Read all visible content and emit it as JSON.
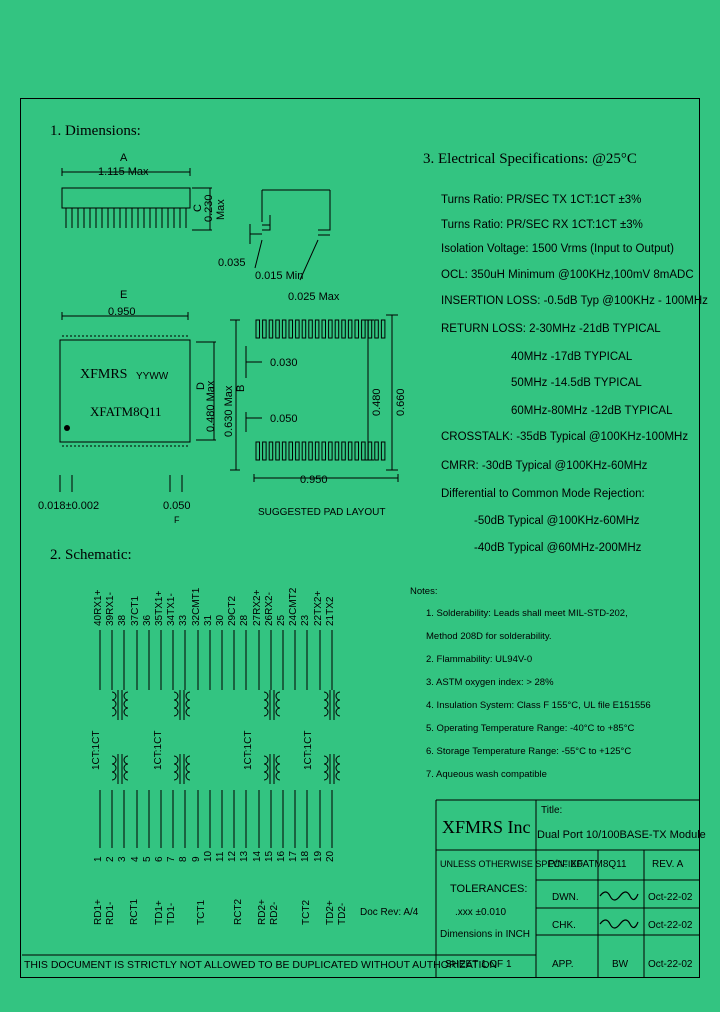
{
  "section1": {
    "title": "1. Dimensions:"
  },
  "dims": {
    "a_label": "A",
    "a_value": "1.115 Max",
    "c_label": "C",
    "c_value": "0.230",
    "c_max": "Max",
    "lead_0035": "0.035",
    "lead_0015": "0.015 Min",
    "lead_0025": "0.025 Max",
    "e_label": "E",
    "e_value": "0.950",
    "d_label": "D",
    "d_value1": "0.480 Max",
    "b_label": "B",
    "b_value": "0.630 Max",
    "chip_brand": "XFMRS",
    "chip_date": "YYWW",
    "chip_part": "XFATM8Q11",
    "pitch": "0.018±0.002",
    "f_value": "0.050",
    "f_label": "F",
    "pad_030": "0.030",
    "pad_050": "0.050",
    "pad_950": "0.950",
    "pad_480": "0.480",
    "pad_660": "0.660",
    "pad_caption": "SUGGESTED PAD LAYOUT"
  },
  "section3": {
    "title": "3. Electrical   Specifications: @25°C",
    "lines": [
      "Turns Ratio: PR/SEC TX   1CT:1CT ±3%",
      "Turns Ratio: PR/SEC RX   1CT:1CT ±3%",
      "Isolation Voltage: 1500 Vrms (Input to Output)",
      "OCL: 350uH Minimum @100KHz,100mV 8mADC",
      "INSERTION LOSS: -0.5dB Typ @100KHz - 100MHz",
      "RETURN LOSS: 2-30MHz   -21dB TYPICAL",
      "40MHz   -17dB TYPICAL",
      "50MHz   -14.5dB TYPICAL",
      "60MHz-80MHz -12dB TYPICAL",
      "CROSSTALK: -35dB Typical @100KHz-100MHz",
      "CMRR: -30dB Typical @100KHz-60MHz",
      "Differential to Common Mode Rejection:",
      "-50dB Typical @100KHz-60MHz",
      "-40dB Typical @60MHz-200MHz"
    ]
  },
  "section2": {
    "title": "2. Schematic:"
  },
  "schematic": {
    "top_pins": [
      "40RX1+",
      "39RX1-",
      "38",
      "37CT1",
      "36",
      "35TX1+",
      "34TX1-",
      "33",
      "32CMT1",
      "31",
      "30",
      "29CT2",
      "28",
      "27RX2+",
      "26RX2-",
      "25",
      "24CMT2",
      "23",
      "22TX2+",
      "21TX2"
    ],
    "bottom_pins": [
      "1",
      "2",
      "3",
      "4",
      "5",
      "6",
      "7",
      "8",
      "9",
      "10",
      "11",
      "12",
      "13",
      "14",
      "15",
      "16",
      "17",
      "18",
      "19",
      "20"
    ],
    "bottom_labels": [
      "RD1+",
      "RD1-",
      "RCT1",
      "TD1+",
      "TD1-",
      "TCT1",
      "RCT2",
      "RD2+",
      "RD2-",
      "TCT2",
      "TD2+",
      "TD2-"
    ],
    "ratio": "1CT:1CT",
    "doc_rev": "Doc Rev: A/4"
  },
  "notes": {
    "title": "Notes:",
    "items": [
      "1. Solderability: Leads shall meet MIL-STD-202,",
      "    Method 208D for solderability.",
      "2. Flammability: UL94V-0",
      "3. ASTM oxygen index: > 28%",
      "4. Insulation System: Class F 155°C, UL file E151556",
      "5. Operating Temperature Range: -40°C to +85°C",
      "6. Storage Temperature Range: -55°C to +125°C",
      "7. Aqueous wash compatible"
    ]
  },
  "titleblock": {
    "company": "XFMRS Inc",
    "title_label": "Title:",
    "title_value": "Dual Port 10/100BASE-TX Module",
    "unless": "UNLESS OTHERWISE SPECIFIED",
    "tolerances": "TOLERANCES:",
    "tol_value": ".xxx ±0.010",
    "dims_in": "Dimensions in INCH",
    "pn": "P/N: XFATM8Q11",
    "rev": "REV. A",
    "dwn": "DWN.",
    "chk": "CHK.",
    "app": "APP.",
    "app_name": "BW",
    "date1": "Oct-22-02",
    "date2": "Oct-22-02",
    "date3": "Oct-22-02",
    "sheet": "SHEET  1  OF  1",
    "footer": "THIS DOCUMENT IS STRICTLY NOT ALLOWED TO BE DUPLICATED WITHOUT AUTHORIZATION"
  }
}
